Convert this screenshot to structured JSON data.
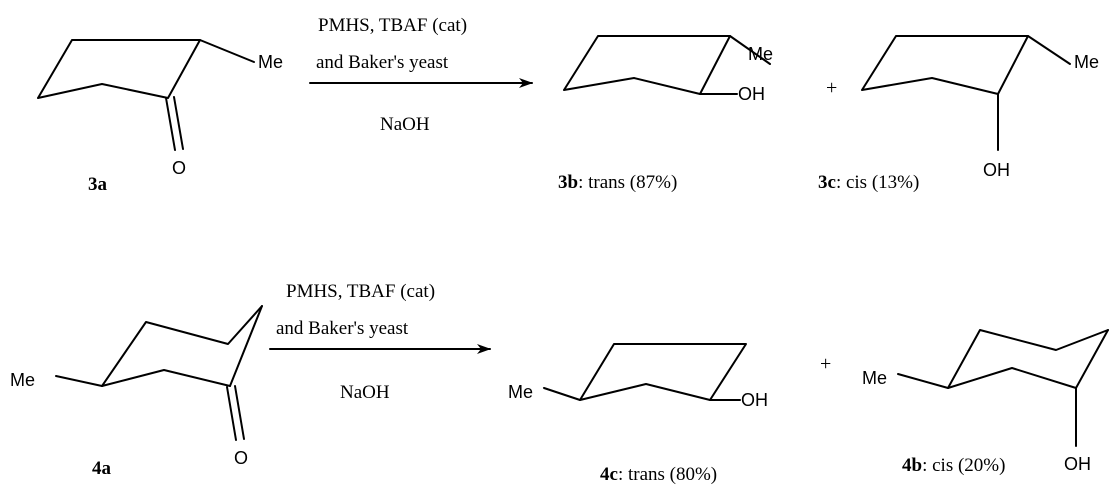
{
  "reaction1": {
    "conditions": {
      "line1": "PMHS, TBAF (cat)",
      "line2": "and Baker's yeast",
      "line3": "NaOH"
    },
    "reactant": {
      "id": "3a",
      "substituent": "Me",
      "carbonyl_o": "O"
    },
    "product_major": {
      "id": "3b",
      "desc": ": trans (87%)",
      "me": "Me",
      "oh": "OH"
    },
    "product_minor": {
      "id": "3c",
      "desc": ": cis (13%)",
      "me": "Me",
      "oh": "OH"
    },
    "plus": "+"
  },
  "reaction2": {
    "conditions": {
      "line1": "PMHS, TBAF (cat)",
      "line2": "and Baker's yeast",
      "line3": "NaOH"
    },
    "reactant": {
      "id": "4a",
      "substituent": "Me",
      "carbonyl_o": "O"
    },
    "product_major": {
      "id": "4c",
      "desc": ": trans (80%)",
      "me": "Me",
      "oh": "OH"
    },
    "product_minor": {
      "id": "4b",
      "desc": ": cis (20%)",
      "me": "Me",
      "oh": "OH"
    },
    "plus": "+"
  },
  "colors": {
    "ink": "#000000",
    "background": "#ffffff"
  }
}
